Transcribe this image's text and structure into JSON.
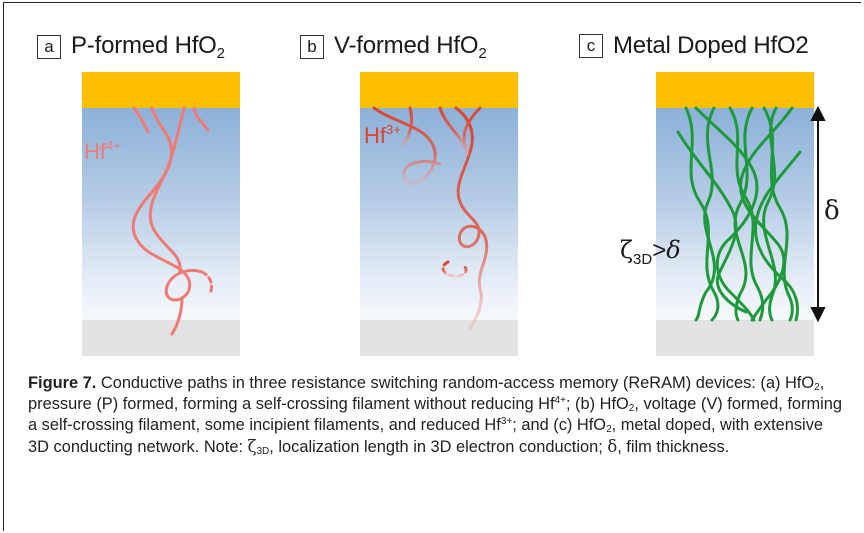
{
  "panels": [
    {
      "letter": "a",
      "title": "P-formed HfO",
      "title_sub": "2",
      "ion": "Hf",
      "ion_sup": "4+"
    },
    {
      "letter": "b",
      "title": "V-formed HfO",
      "title_sub": "2",
      "ion": "Hf",
      "ion_sup": "3+"
    },
    {
      "letter": "c",
      "title": "Metal Doped HfO2",
      "title_sub": ""
    }
  ],
  "annotations": {
    "delta": "δ",
    "zeta": "ζ",
    "zeta_sub": "3D",
    "gt": ">",
    "delta_inline": "δ"
  },
  "colors": {
    "electrode": "#fdbf00",
    "oxide_top": "#8cb1d8",
    "bottom_layer": "#e2e2e2",
    "filament_a": "#f07a74",
    "filament_b": "#d9452f",
    "filament_c": "#1e9a3c"
  },
  "caption": {
    "label": "Figure 7.",
    "p1": " Conductive paths in three resistance switching random-access memory (ReRAM) devices: (a) HfO",
    "s1": "2",
    "p2": ", pressure (P) formed, forming a self-crossing filament without reducing Hf",
    "s2": "4+",
    "p3": "; (b) HfO",
    "s3": "2",
    "p4": ", voltage (V) formed, forming a self-crossing filament, some incipient filaments, and reduced Hf",
    "s4": "3+",
    "p5": "; and (c) HfO",
    "s5": "2",
    "p6": ", metal doped, with extensive 3D conducting network. Note: ",
    "zeta": "ζ",
    "s6": "3D",
    "p7": ", localization length in 3D electron conduction; ",
    "delta": "δ",
    "p8": ", film thickness."
  }
}
